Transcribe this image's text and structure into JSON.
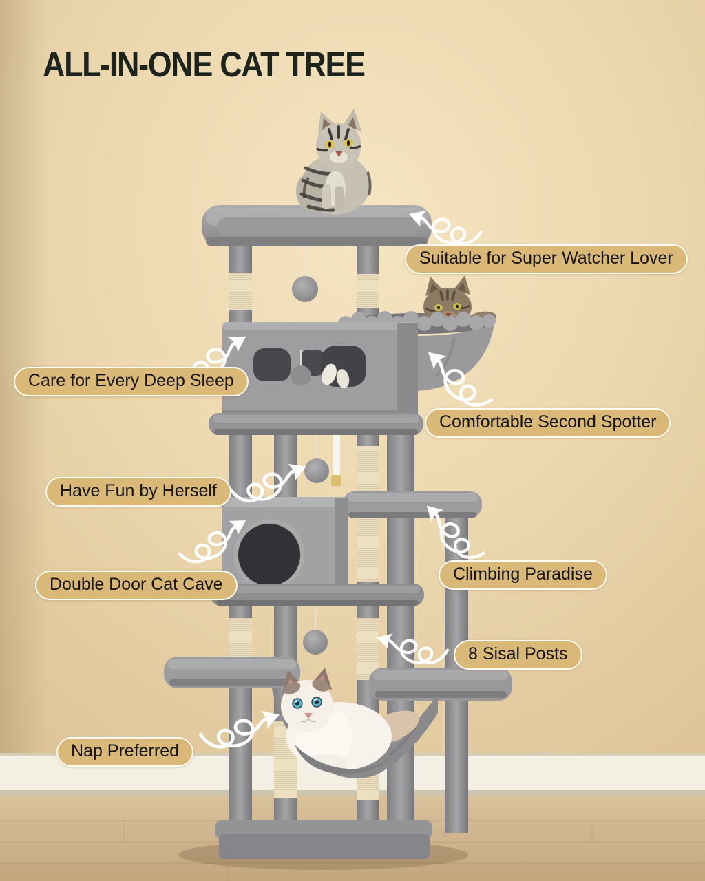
{
  "title": "ALL-IN-ONE CAT TREE",
  "callouts": [
    {
      "id": "watcher",
      "label": "Suitable for Super Watcher Lover",
      "side": "right"
    },
    {
      "id": "deep-sleep",
      "label": "Care for Every Deep Sleep",
      "side": "left"
    },
    {
      "id": "second-spotter",
      "label": "Comfortable Second Spotter",
      "side": "right"
    },
    {
      "id": "have-fun",
      "label": "Have Fun by Herself",
      "side": "left"
    },
    {
      "id": "climbing",
      "label": "Climbing Paradise",
      "side": "right"
    },
    {
      "id": "cat-cave",
      "label": "Double Door Cat Cave",
      "side": "left"
    },
    {
      "id": "sisal-posts",
      "label": "8 Sisal Posts",
      "side": "right"
    },
    {
      "id": "nap",
      "label": "Nap Preferred",
      "side": "left"
    }
  ],
  "scene": {
    "cats": [
      "silver tabby cat sitting on top platform",
      "brown tabby cat lying in plush hammock basket",
      "white ragdoll cat napping in bottom hammock"
    ],
    "furniture": "grey plush cat tree with condo, cube cave, platforms, hammocks, hanging pom balls and sisal posts"
  },
  "colors": {
    "wall": "#eed7ae",
    "floor": "#cfb591",
    "baseboard": "#f3efe2",
    "pill_background": "#d9b878",
    "pill_border": "#fffdf4",
    "title_text": "#1d241d",
    "label_text": "#141414",
    "tree_plush_grey": "#9a999b",
    "sisal": "#ece3c8",
    "arrow": "#ffffff"
  }
}
